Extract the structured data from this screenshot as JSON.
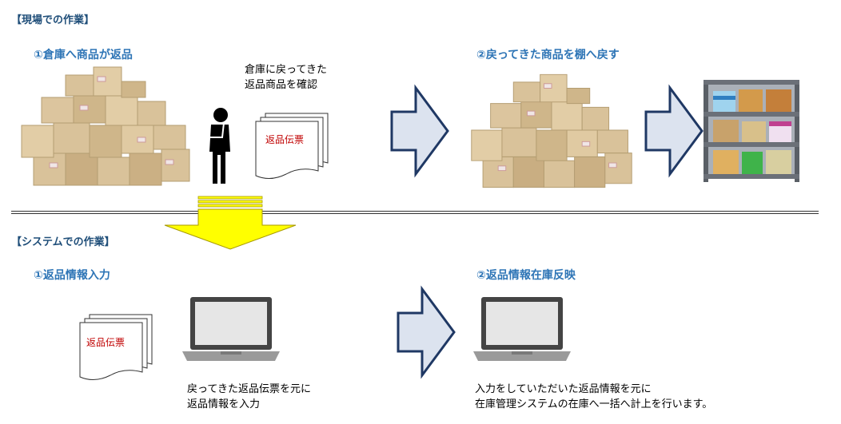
{
  "field_section": {
    "title": "【現場での作業】",
    "step1": {
      "title": "①倉庫へ商品が返品",
      "caption_line1": "倉庫に戻ってきた",
      "caption_line2": "返品商品を確認",
      "slip_label": "返品伝票"
    },
    "step2": {
      "title": "②戻ってきた商品を棚へ戻す"
    }
  },
  "system_section": {
    "title": "【システムでの作業】",
    "step1": {
      "title": "①返品情報入力",
      "slip_label": "返品伝票",
      "caption_line1": "戻ってきた返品伝票を元に",
      "caption_line2": "返品情報を入力"
    },
    "step2": {
      "title": "②返品情報在庫反映",
      "caption_line1": "入力をしていただいた返品情報を元に",
      "caption_line2": "在庫管理システムの在庫へ一括へ計上を行います。"
    }
  },
  "colors": {
    "section_title": "#1f4e79",
    "step_title": "#2e75b6",
    "arrow_fill": "#dce3ef",
    "arrow_stroke": "#1f3864",
    "down_arrow": "#ffff00",
    "box": "#d9c29a",
    "slip_text": "#c00000"
  },
  "icons": [
    "box-pile-icon",
    "person-thinking-icon",
    "slip-stack-icon",
    "arrow-right-icon",
    "arrow-down-icon",
    "shelf-icon",
    "laptop-icon"
  ]
}
